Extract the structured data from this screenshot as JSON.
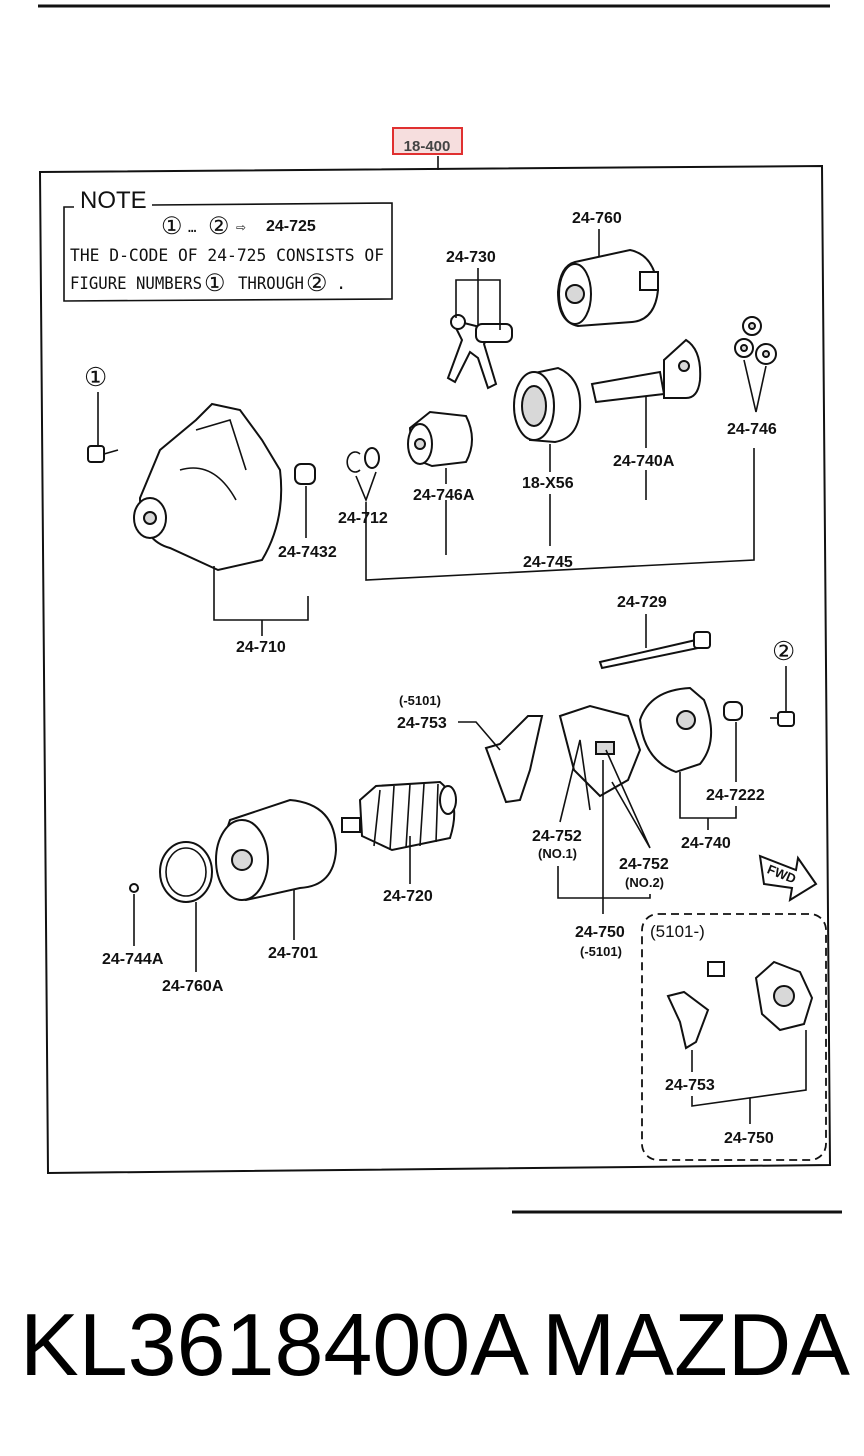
{
  "diagram": {
    "ref_code": "18-400",
    "note": {
      "heading": "NOTE",
      "range_start": "①",
      "range_sep": "…",
      "range_end": "②",
      "arrow": "⇨",
      "range_code": "24-725",
      "line1": "THE D-CODE OF  24-725  CONSISTS OF",
      "line2_pre": "FIGURE NUMBERS",
      "line2_mid": "THROUGH",
      "line2_end": "."
    },
    "callouts": {
      "one": "①",
      "two": "②"
    },
    "labels": {
      "p24_760": "24-760",
      "p24_730": "24-730",
      "p24_746": "24-746",
      "p24_740A": "24-740A",
      "p18_X56": "18-X56",
      "p24_746A": "24-746A",
      "p24_712": "24-712",
      "p24_7432": "24-7432",
      "p24_745": "24-745",
      "p24_710": "24-710",
      "p24_729": "24-729",
      "p5101_old": "(-5101)",
      "p24_753": "24-753",
      "p24_7222": "24-7222",
      "p24_740": "24-740",
      "p24_752_no1": "24-752",
      "no1": "(NO.1)",
      "p24_752_no2": "24-752",
      "no2": "(NO.2)",
      "p24_720": "24-720",
      "p24_750": "24-750",
      "p5101_old2": "(-5101)",
      "p24_744A": "24-744A",
      "p24_760A": "24-760A",
      "p24_701": "24-701",
      "p5101_new": "(5101-)",
      "p24_753_new": "24-753",
      "p24_750_new": "24-750",
      "fwd": "FWD"
    },
    "colors": {
      "highlight": "#e03030",
      "ink": "#111111"
    }
  },
  "footer": {
    "part_number": "KL3618400A",
    "brand": "MAZDA"
  }
}
